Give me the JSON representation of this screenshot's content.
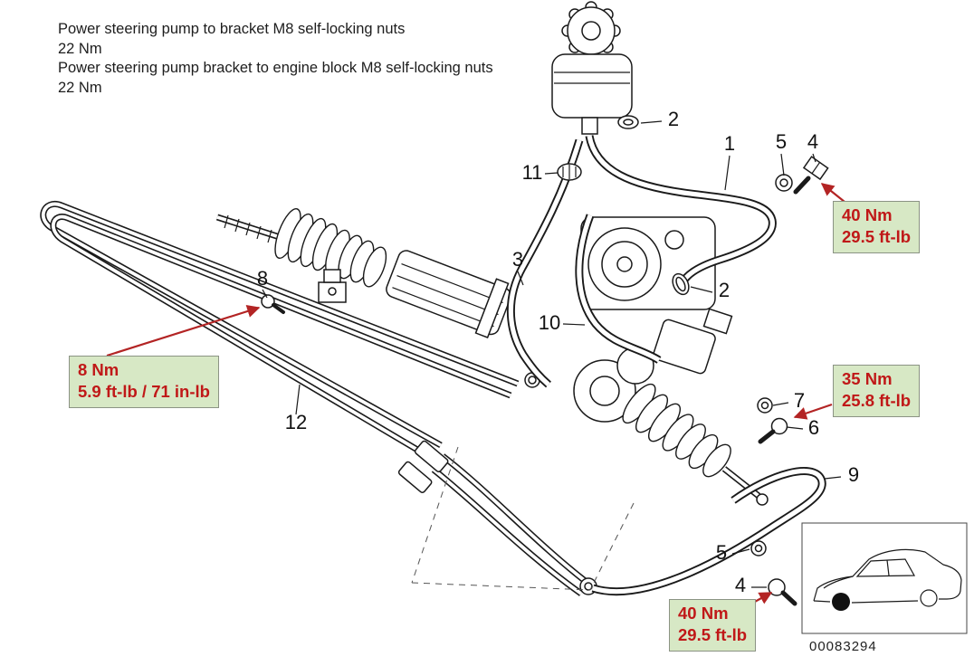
{
  "notes": {
    "line1": "Power steering pump to bracket M8 self-locking nuts",
    "line2": "22 Nm",
    "line3": "Power steering pump bracket to engine block M8 self-locking nuts",
    "line4": "22 Nm"
  },
  "callouts": {
    "n1": "1",
    "n2_top": "2",
    "n2_mid": "2",
    "n3": "3",
    "n4_top": "4",
    "n4_bottom": "4",
    "n5_top": "5",
    "n5_bottom": "5",
    "n6": "6",
    "n7": "7",
    "n8": "8",
    "n9": "9",
    "n10": "10",
    "n11": "11",
    "n12": "12"
  },
  "torque_boxes": {
    "top_right": {
      "line1": "40 Nm",
      "line2": "29.5 ft-lb"
    },
    "left": {
      "line1": "8 Nm",
      "line2": "5.9 ft-lb / 71 in-lb"
    },
    "right": {
      "line1": "35 Nm",
      "line2": "25.8 ft-lb"
    },
    "bottom": {
      "line1": "40 Nm",
      "line2": "29.5 ft-lb"
    }
  },
  "inset": {
    "drawing_number": "00083294"
  },
  "colors": {
    "torque_box_bg": "#d7e8c5",
    "torque_box_border": "#8b9384",
    "torque_text": "#c01818",
    "arrow_red": "#b32424",
    "line": "#1a1a1a",
    "background": "#ffffff"
  }
}
